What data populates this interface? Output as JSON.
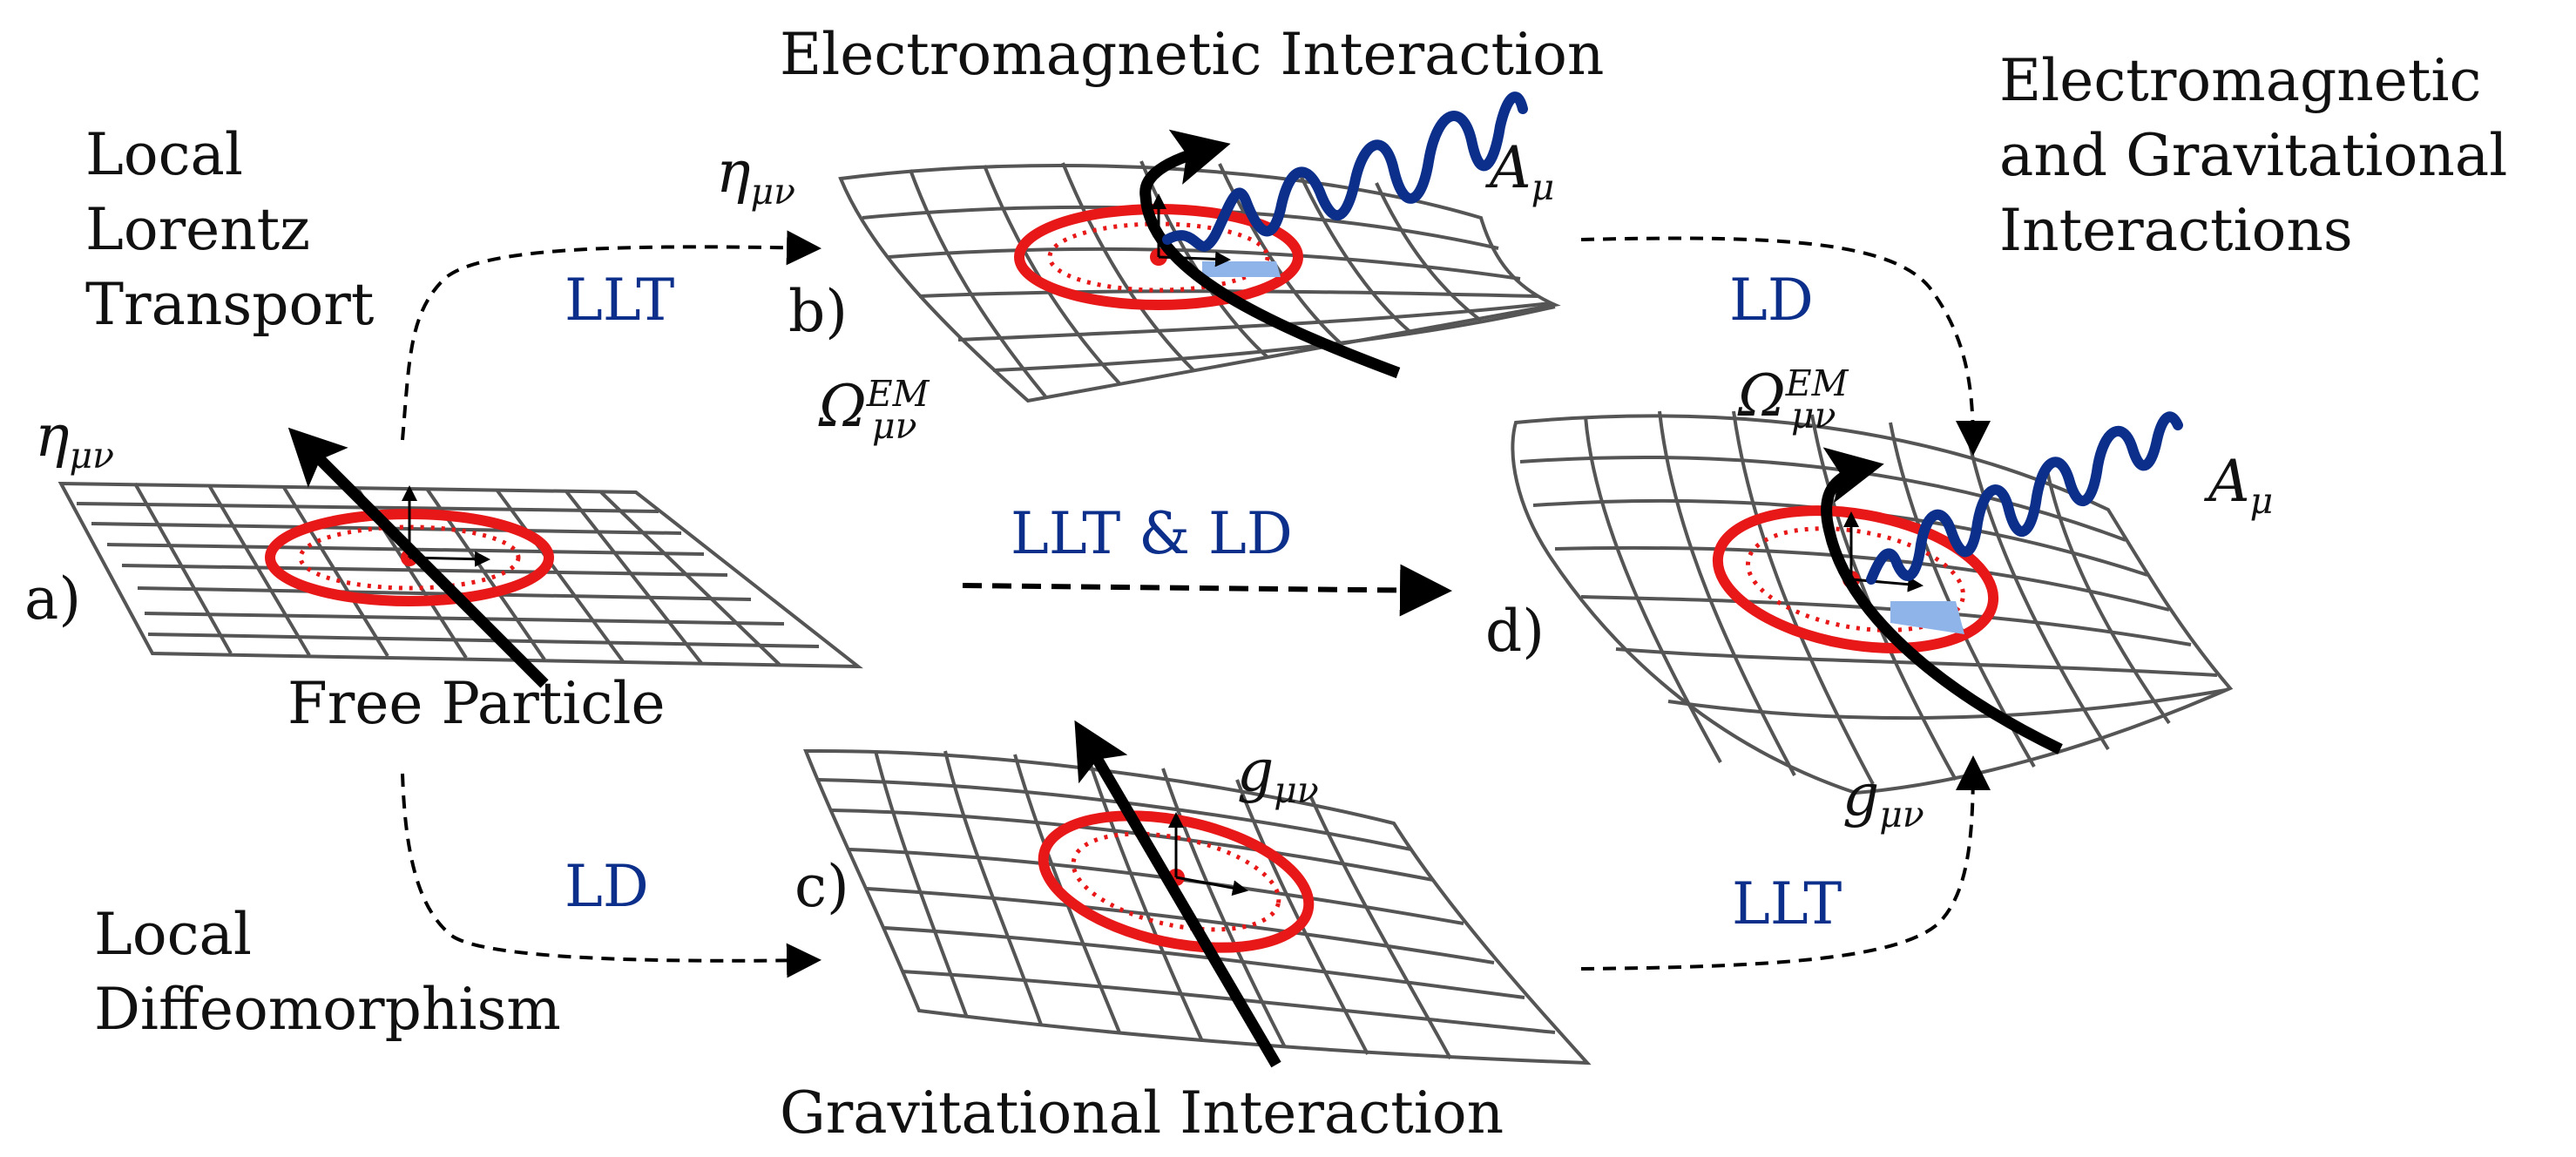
{
  "titles": {
    "electromagnetic": "Electromagnetic Interaction",
    "gravitational": "Gravitational Interaction",
    "free_particle": "Free Particle",
    "em_and_grav": [
      "Electromagnetic",
      "and Gravitational",
      "Interactions"
    ],
    "llt_full": [
      "Local",
      "Lorentz",
      "Transport"
    ],
    "ld_full": [
      "Local",
      "Diffeomorphism"
    ]
  },
  "panels": {
    "a": "a)",
    "b": "b)",
    "c": "c)",
    "d": "d)"
  },
  "arrow_labels": {
    "llt_top": "LLT",
    "ld_top": "LD",
    "llt_ld": "LLT & LD",
    "ld_bottom": "LD",
    "llt_bottom": "LLT"
  },
  "symbols": {
    "eta_base": "η",
    "eta_sub": "μν",
    "g_base": "g",
    "g_sub": "μν",
    "omega_base": "Ω",
    "omega_sub": "μν",
    "omega_sup": "EM",
    "A_base": "A",
    "A_sub": "μ"
  },
  "colors": {
    "text": "#111111",
    "blue_label": "#0b2f8a",
    "wave": "#0b2f8a",
    "clock": "#e81818",
    "grid": "#555555",
    "particle": "#000000",
    "patch": "#8fb4ea"
  }
}
